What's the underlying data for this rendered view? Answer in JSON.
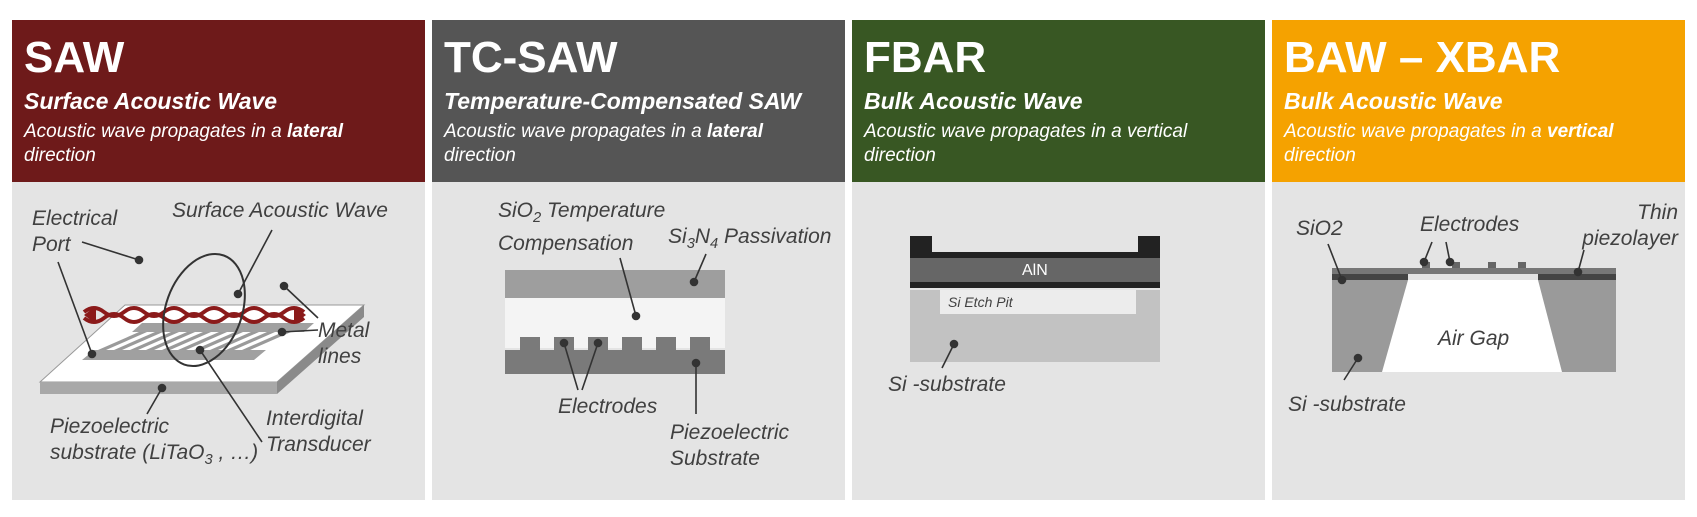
{
  "panels": [
    {
      "title": "SAW",
      "subtitle": "Surface Acoustic Wave",
      "desc_pre": "Acoustic wave propagates in a ",
      "desc_bold": "lateral",
      "desc_post": " direction",
      "header_color": "#6e1a1a",
      "labels": {
        "electrical_port_1": "Electrical",
        "electrical_port_2": "Port",
        "surface_wave": "Surface Acoustic Wave",
        "metal_lines_1": "Metal",
        "metal_lines_2": "lines",
        "piezo_1": "Piezoelectric",
        "piezo_2_pre": "substrate (LiTaO",
        "piezo_2_sub": "3",
        "piezo_2_post": " , …)",
        "idt_1": "Interdigital",
        "idt_2": "Transducer"
      }
    },
    {
      "title": "TC-SAW",
      "subtitle": "Temperature-Compensated SAW",
      "desc_pre": "Acoustic wave propagates in a ",
      "desc_bold": "lateral",
      "desc_post": " direction",
      "header_color": "#555555",
      "labels": {
        "sio2_pre": "SiO",
        "sio2_sub": "2",
        "sio2_post": " Temperature",
        "compensation": "Compensation",
        "si3n4_a": "Si",
        "si3n4_b": "3",
        "si3n4_c": "N",
        "si3n4_d": "4",
        "si3n4_e": " Passivation",
        "electrodes": "Electrodes",
        "piezo_1": "Piezoelectric",
        "piezo_2": "Substrate"
      }
    },
    {
      "title": "FBAR",
      "subtitle": "Bulk Acoustic Wave",
      "desc_pre": "Acoustic wave propagates in a vertical",
      "desc_bold": "",
      "desc_post": " direction",
      "header_color": "#385723",
      "labels": {
        "aln": "AlN",
        "etch_pit": "Si Etch Pit",
        "substrate": "Si -substrate"
      }
    },
    {
      "title": "BAW – XBAR",
      "subtitle": "Bulk Acoustic Wave",
      "desc_pre": "Acoustic wave propagates in a ",
      "desc_bold": "vertical",
      "desc_post": " direction",
      "header_color": "#f5a200",
      "labels": {
        "sio2": "SiO2",
        "electrodes": "Electrodes",
        "thin_1": "Thin",
        "thin_2": "piezolayer",
        "air_gap": "Air Gap",
        "substrate": "Si -substrate"
      }
    }
  ]
}
